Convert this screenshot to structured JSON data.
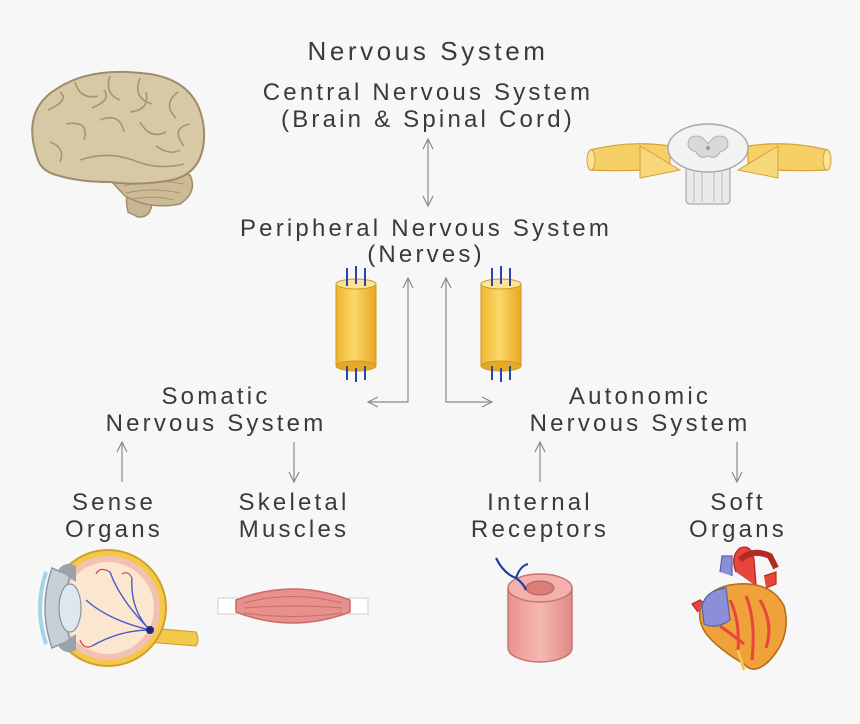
{
  "title": "Nervous System",
  "cns": {
    "line1": "Central Nervous System",
    "line2": "(Brain & Spinal Cord)"
  },
  "pns": {
    "line1": "Peripheral Nervous System",
    "line2": "(Nerves)"
  },
  "somatic": {
    "line1": "Somatic",
    "line2": "Nervous System"
  },
  "autonomic": {
    "line1": "Autonomic",
    "line2": "Nervous System"
  },
  "sense_organs": {
    "line1": "Sense",
    "line2": "Organs"
  },
  "skeletal_muscles": {
    "line1": "Skeletal",
    "line2": "Muscles"
  },
  "internal_receptors": {
    "line1": "Internal",
    "line2": "Receptors"
  },
  "soft_organs": {
    "line1": "Soft",
    "line2": "Organs"
  },
  "colors": {
    "text": "#3a3a3a",
    "arrow": "#8a8a8a",
    "brain": "#d8c9a6",
    "nerve": "#f5c542",
    "muscle": "#e8908c",
    "heart": "#e8453c"
  }
}
